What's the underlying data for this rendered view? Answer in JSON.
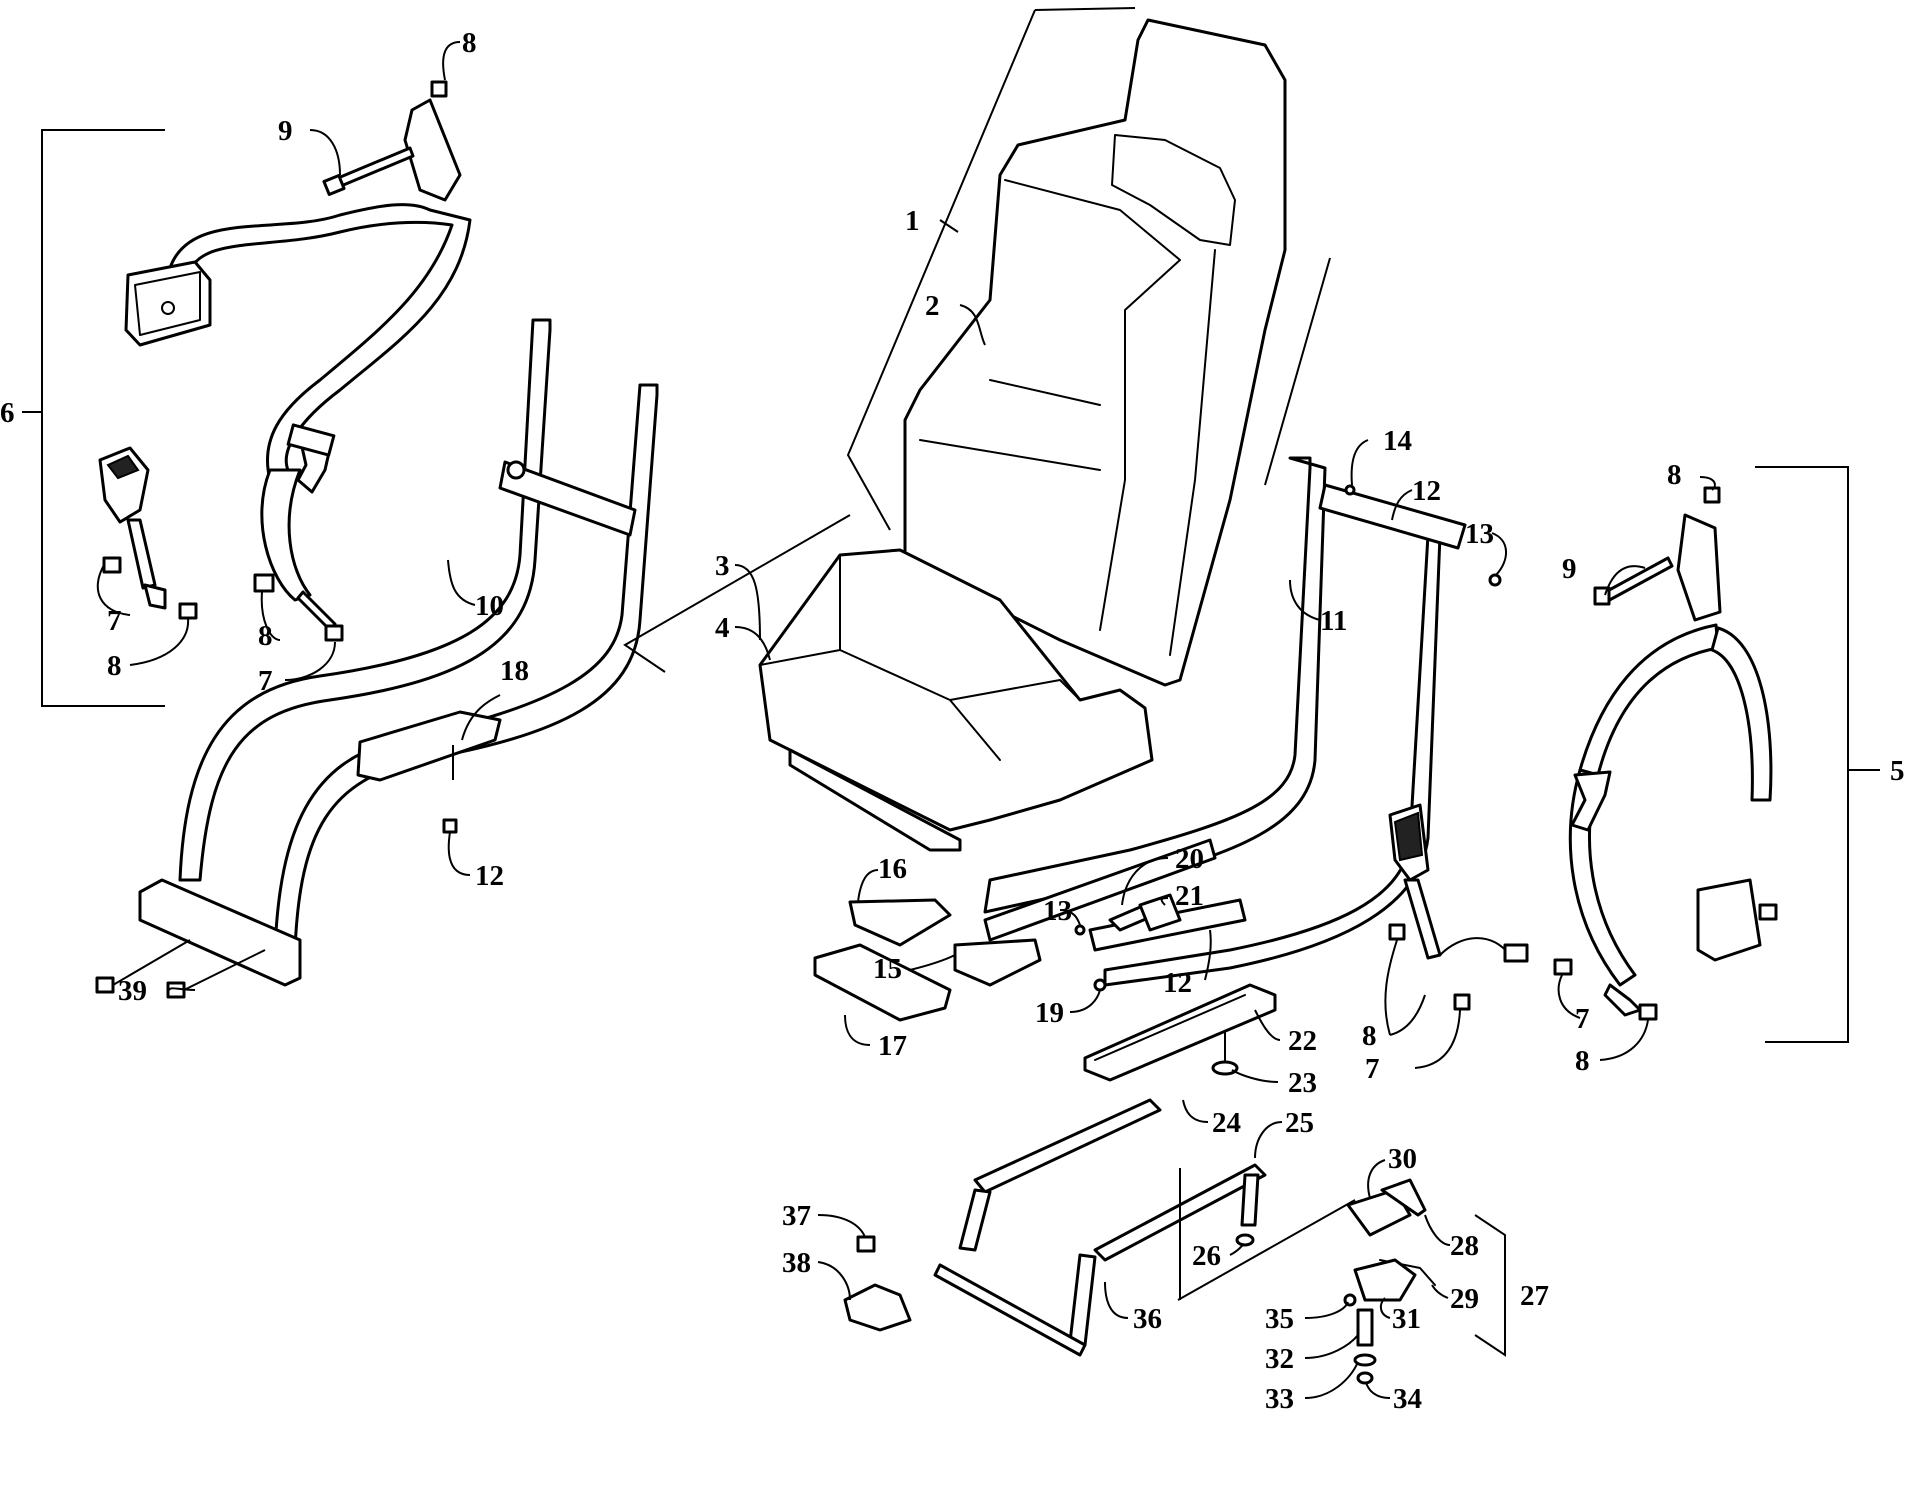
{
  "callouts": [
    {
      "id": "c1",
      "text": "1"
    },
    {
      "id": "c2",
      "text": "2"
    },
    {
      "id": "c3",
      "text": "3"
    },
    {
      "id": "c4",
      "text": "4"
    },
    {
      "id": "c5",
      "text": "5"
    },
    {
      "id": "c6",
      "text": "6"
    },
    {
      "id": "c7a",
      "text": "7"
    },
    {
      "id": "c7b",
      "text": "7"
    },
    {
      "id": "c7c",
      "text": "7"
    },
    {
      "id": "c7d",
      "text": "7"
    },
    {
      "id": "c8a",
      "text": "8"
    },
    {
      "id": "c8b",
      "text": "8"
    },
    {
      "id": "c8c",
      "text": "8"
    },
    {
      "id": "c8d",
      "text": "8"
    },
    {
      "id": "c8e",
      "text": "8"
    },
    {
      "id": "c8f",
      "text": "8"
    },
    {
      "id": "c8g",
      "text": "8"
    },
    {
      "id": "c9a",
      "text": "9"
    },
    {
      "id": "c9b",
      "text": "9"
    },
    {
      "id": "c10",
      "text": "10"
    },
    {
      "id": "c11",
      "text": "11"
    },
    {
      "id": "c12a",
      "text": "12"
    },
    {
      "id": "c12b",
      "text": "12"
    },
    {
      "id": "c12c",
      "text": "12"
    },
    {
      "id": "c13a",
      "text": "13"
    },
    {
      "id": "c13b",
      "text": "13"
    },
    {
      "id": "c14",
      "text": "14"
    },
    {
      "id": "c15",
      "text": "15"
    },
    {
      "id": "c16",
      "text": "16"
    },
    {
      "id": "c17",
      "text": "17"
    },
    {
      "id": "c18",
      "text": "18"
    },
    {
      "id": "c19",
      "text": "19"
    },
    {
      "id": "c20",
      "text": "20"
    },
    {
      "id": "c21",
      "text": "21"
    },
    {
      "id": "c22",
      "text": "22"
    },
    {
      "id": "c23",
      "text": "23"
    },
    {
      "id": "c24",
      "text": "24"
    },
    {
      "id": "c25",
      "text": "25"
    },
    {
      "id": "c26",
      "text": "26"
    },
    {
      "id": "c27",
      "text": "27"
    },
    {
      "id": "c28",
      "text": "28"
    },
    {
      "id": "c29",
      "text": "29"
    },
    {
      "id": "c30",
      "text": "30"
    },
    {
      "id": "c31",
      "text": "31"
    },
    {
      "id": "c32",
      "text": "32"
    },
    {
      "id": "c33",
      "text": "33"
    },
    {
      "id": "c34",
      "text": "34"
    },
    {
      "id": "c35",
      "text": "35"
    },
    {
      "id": "c36",
      "text": "36"
    },
    {
      "id": "c37",
      "text": "37"
    },
    {
      "id": "c38",
      "text": "38"
    },
    {
      "id": "c39",
      "text": "39"
    }
  ]
}
